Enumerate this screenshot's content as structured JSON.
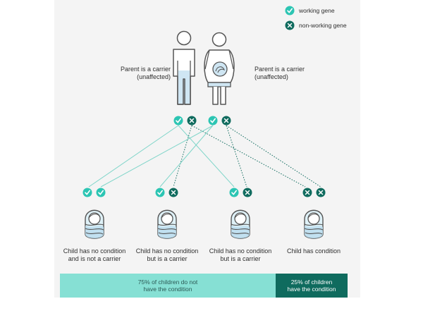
{
  "legend": {
    "working": "working gene",
    "non_working": "non-working gene"
  },
  "parents": {
    "left_label_line1": "Parent is a carrier",
    "left_label_line2": "(unaffected)",
    "right_label_line1": "Parent is a carrier",
    "right_label_line2": "(unaffected)"
  },
  "children": [
    {
      "line1": "Child has no condition",
      "line2": "and is not a carrier"
    },
    {
      "line1": "Child has no condition",
      "line2": "but is a carrier"
    },
    {
      "line1": "Child has no condition",
      "line2": "but is a carrier"
    },
    {
      "line1": "Child has condition",
      "line2": ""
    }
  ],
  "summary": {
    "left_line1": "75% of children do not",
    "left_line2": "have the condition",
    "right_line1": "25% of children",
    "right_line2": "have the condition",
    "left_fraction": 0.75,
    "right_fraction": 0.25
  },
  "colors": {
    "working": "#2cc5b3",
    "non_working": "#0f6b5e",
    "bar_light": "#86e0d4",
    "bar_dark": "#0f6b5e"
  }
}
